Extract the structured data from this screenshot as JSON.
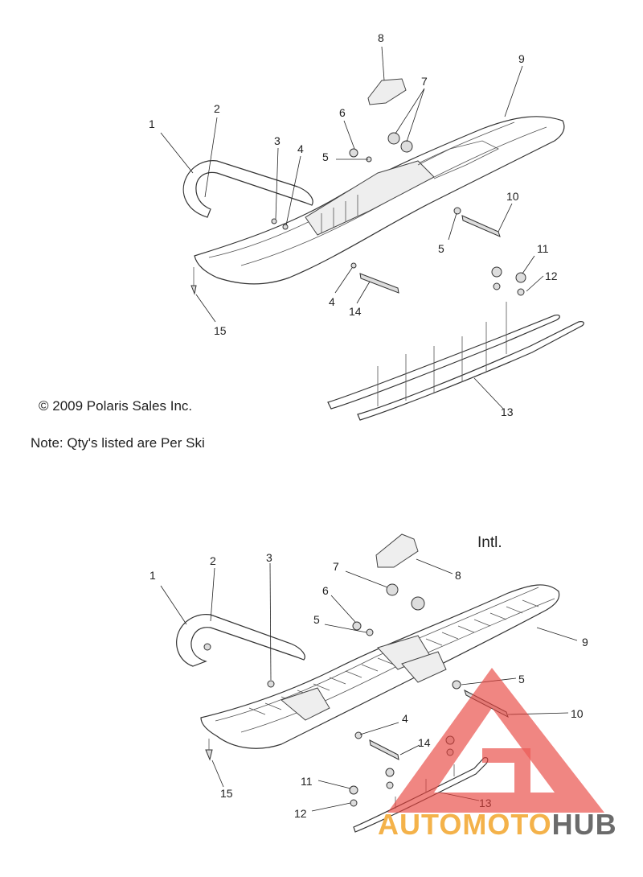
{
  "copyright": "© 2009 Polaris Sales Inc.",
  "note": "Note: Qty's listed are Per Ski",
  "intl_label": "Intl.",
  "watermark": {
    "part1": "AUTOMOTO",
    "part2": "HUB",
    "color_orange": "#f4b24a",
    "color_gray": "#6b6b6b",
    "triangle_color": "#e8413c"
  },
  "top_callouts": [
    "1",
    "2",
    "3",
    "4",
    "5",
    "6",
    "7",
    "8",
    "9",
    "10",
    "5",
    "11",
    "12",
    "4",
    "14",
    "15",
    "13"
  ],
  "bottom_callouts": [
    "1",
    "2",
    "3",
    "7",
    "8",
    "6",
    "5",
    "9",
    "5",
    "10",
    "4",
    "14",
    "15",
    "11",
    "12",
    "13"
  ]
}
